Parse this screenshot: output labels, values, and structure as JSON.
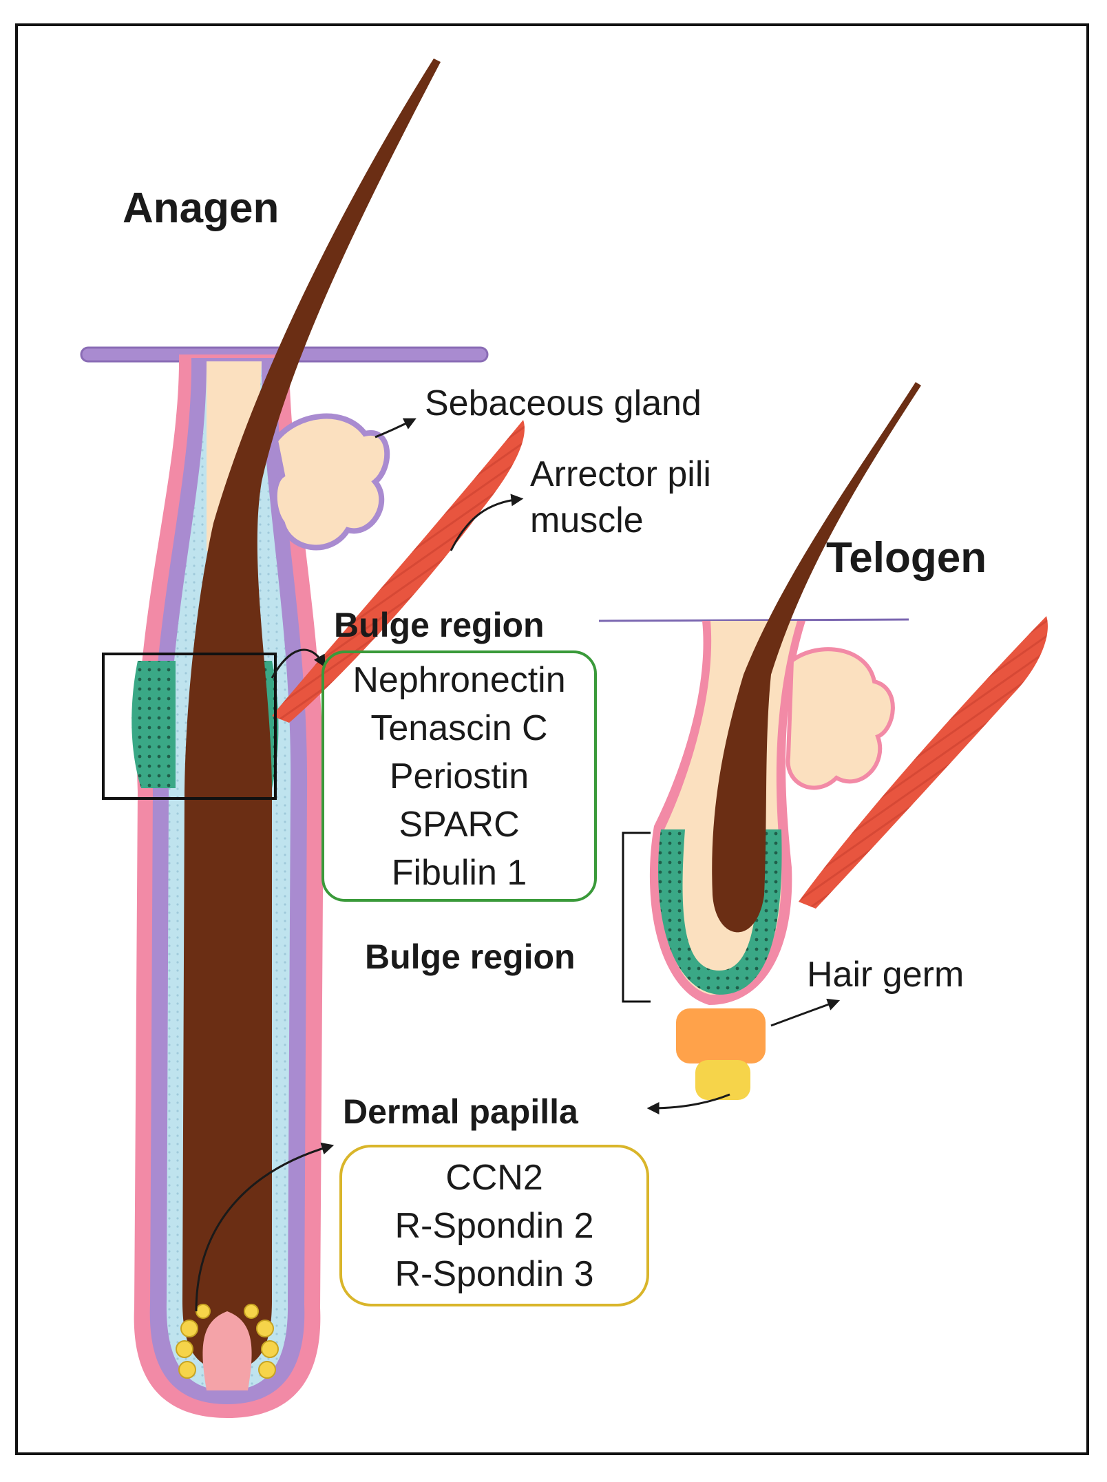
{
  "anagen": {
    "title": "Anagen"
  },
  "telogen": {
    "title": "Telogen"
  },
  "labels": {
    "sebaceous_gland": "Sebaceous gland",
    "arrector_line1": "Arrector pili",
    "arrector_line2": "muscle",
    "bulge_region_anagen": "Bulge region",
    "bulge_region_telogen": "Bulge region",
    "hair_germ": "Hair germ",
    "dermal_papilla": "Dermal papilla"
  },
  "bulge_box": {
    "items": [
      "Nephronectin",
      "Tenascin C",
      "Periostin",
      "SPARC",
      "Fibulin 1"
    ],
    "border_color": "#3a9a3a"
  },
  "papilla_box": {
    "items": [
      "CCN2",
      "R-Spondin 2",
      "R-Spondin 3"
    ],
    "border_color": "#d9b52a"
  },
  "colors": {
    "hair_shaft": "#6b2e14",
    "outer_sheath": "#f28aa6",
    "basement_layer": "#a98bd0",
    "inner_sheath": "#bfe3ee",
    "sebaceous": "#fbe0bf",
    "muscle": "#e8553f",
    "bulge_cells": "#3aa886",
    "hair_germ": "#ffa24a",
    "papilla_cells": "#f6d44a"
  }
}
